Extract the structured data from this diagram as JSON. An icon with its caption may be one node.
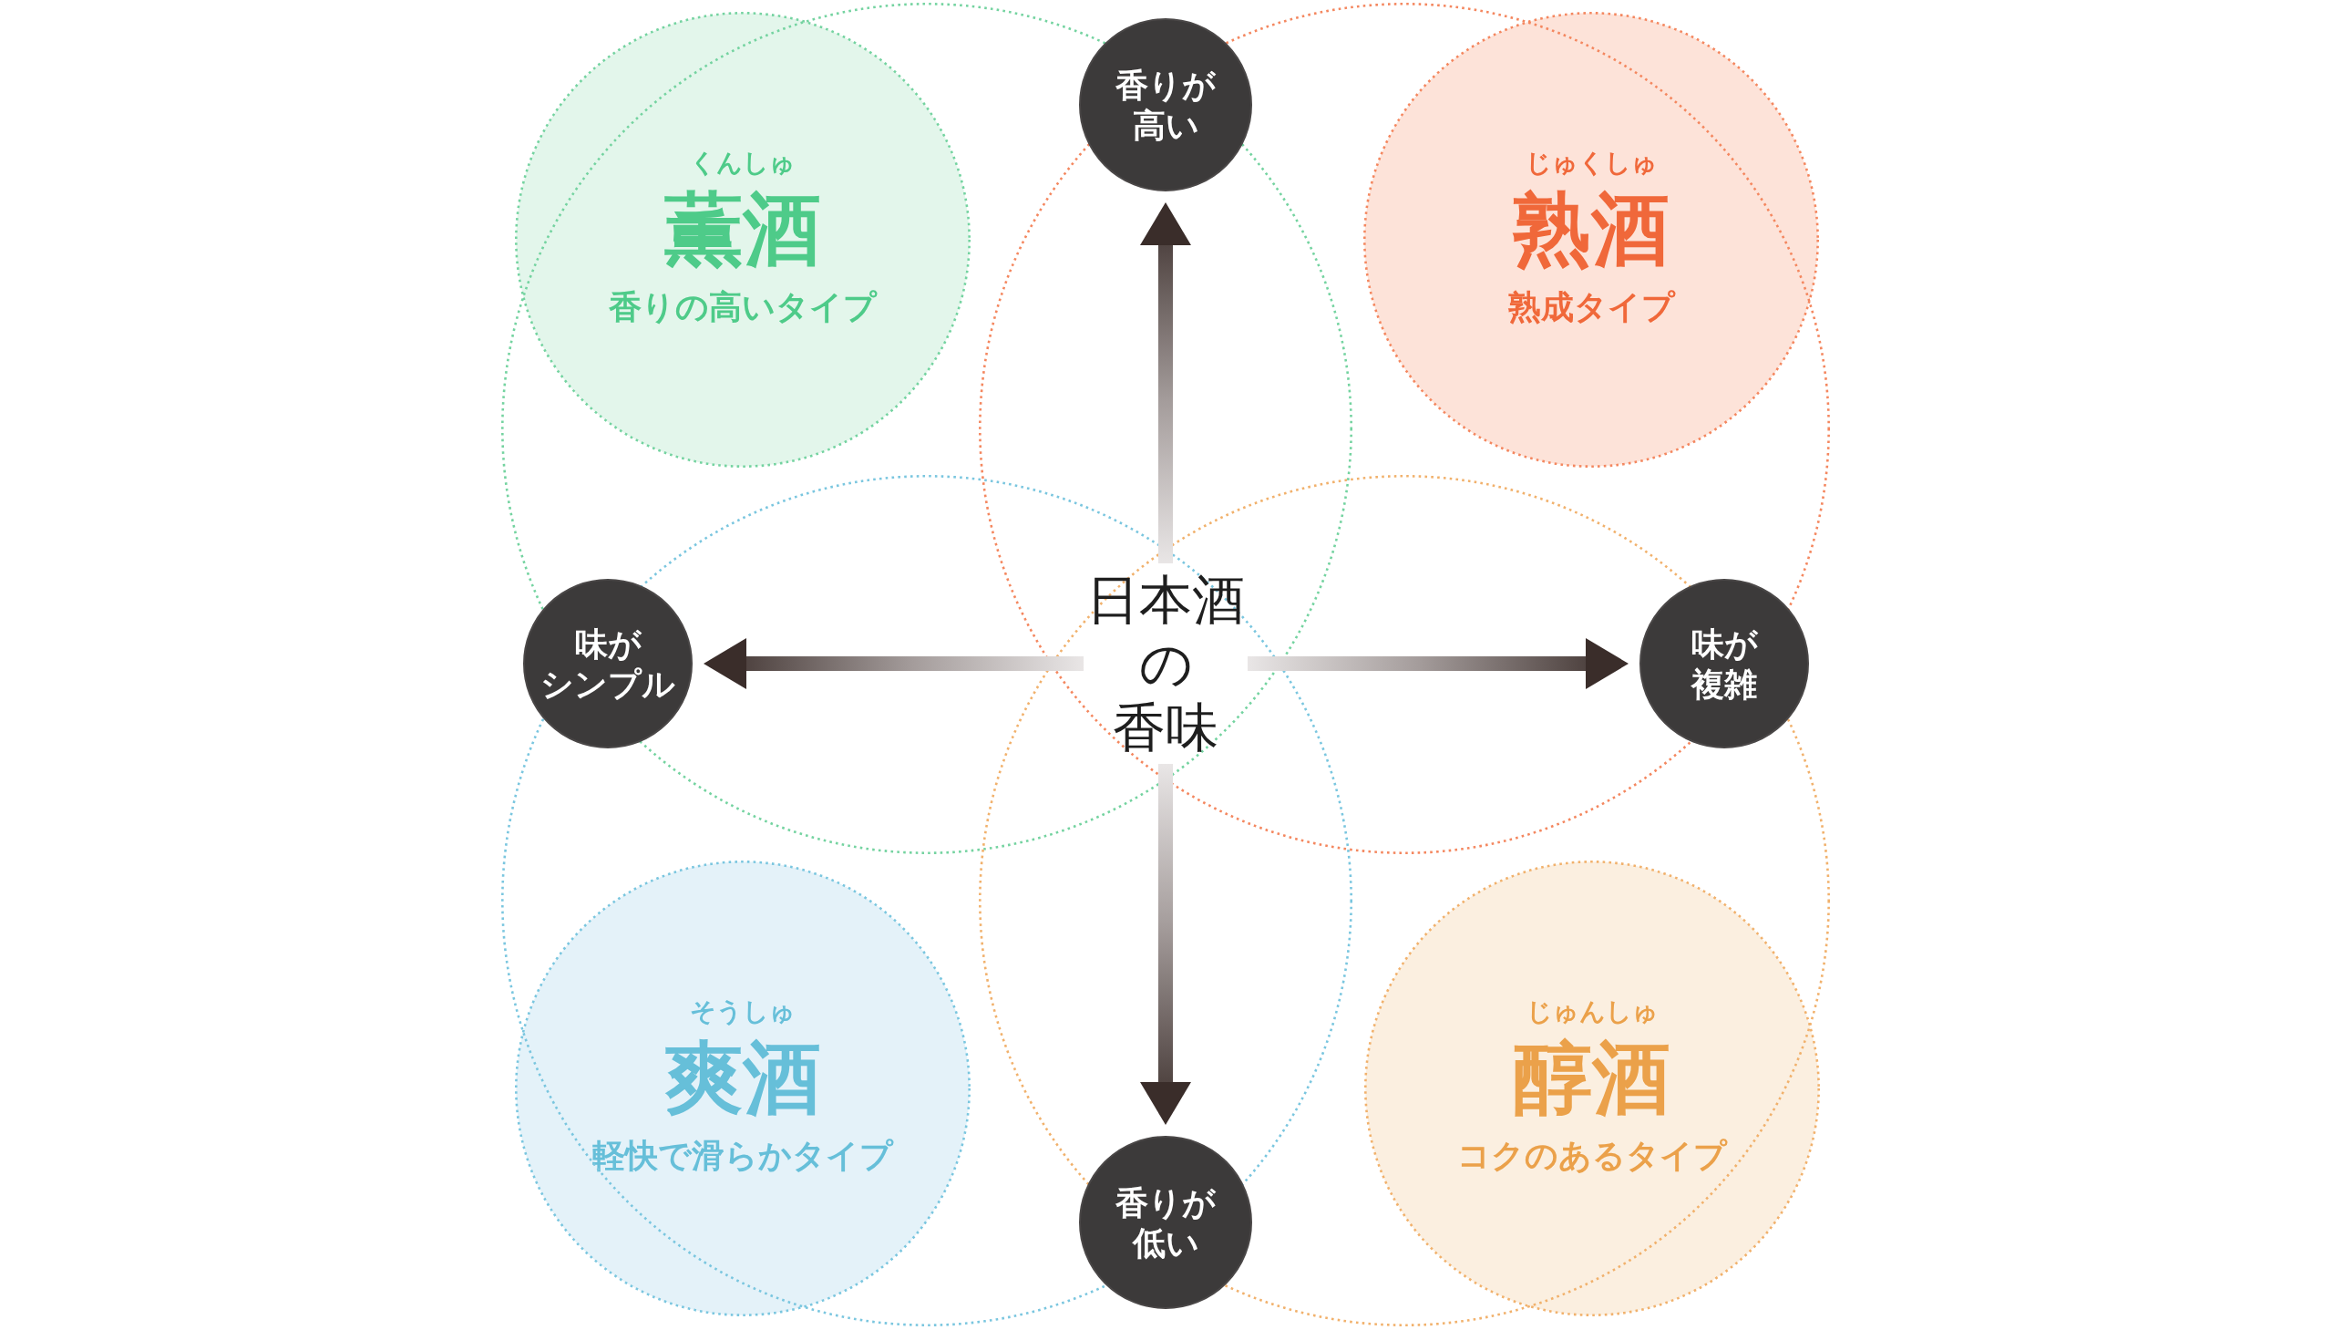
{
  "diagram": {
    "nodes": [
      {
        "text": [
          "くんしゅ",
          "薫酒",
          "香りの高いタイプ"
        ]
      },
      {
        "text": [
          "香りが高い"
        ]
      },
      {
        "text": [
          "じゅくしゅ",
          "熟酒",
          "熟成タイプ"
        ]
      },
      {
        "text": [
          "味がシンプル"
        ]
      },
      {
        "text": [
          "日本酒の香味"
        ]
      },
      {
        "text": [
          "味が複雑"
        ]
      },
      {
        "text": [
          "そうしゅ",
          "爽酒",
          "軽快で滑らかタイプ"
        ]
      },
      {
        "text": [
          "香りが低い"
        ]
      },
      {
        "text": [
          "じゅんしゅ",
          "醇酒",
          "コクのあるタイプ"
        ]
      }
    ],
    "edges": [
      {
        "from": 4,
        "to": 1,
        "arrow": "to"
      },
      {
        "from": 4,
        "to": 3,
        "arrow": "to"
      },
      {
        "from": 4,
        "to": 5,
        "arrow": "to"
      },
      {
        "from": 4,
        "to": 7,
        "arrow": "to"
      }
    ]
  }
}
